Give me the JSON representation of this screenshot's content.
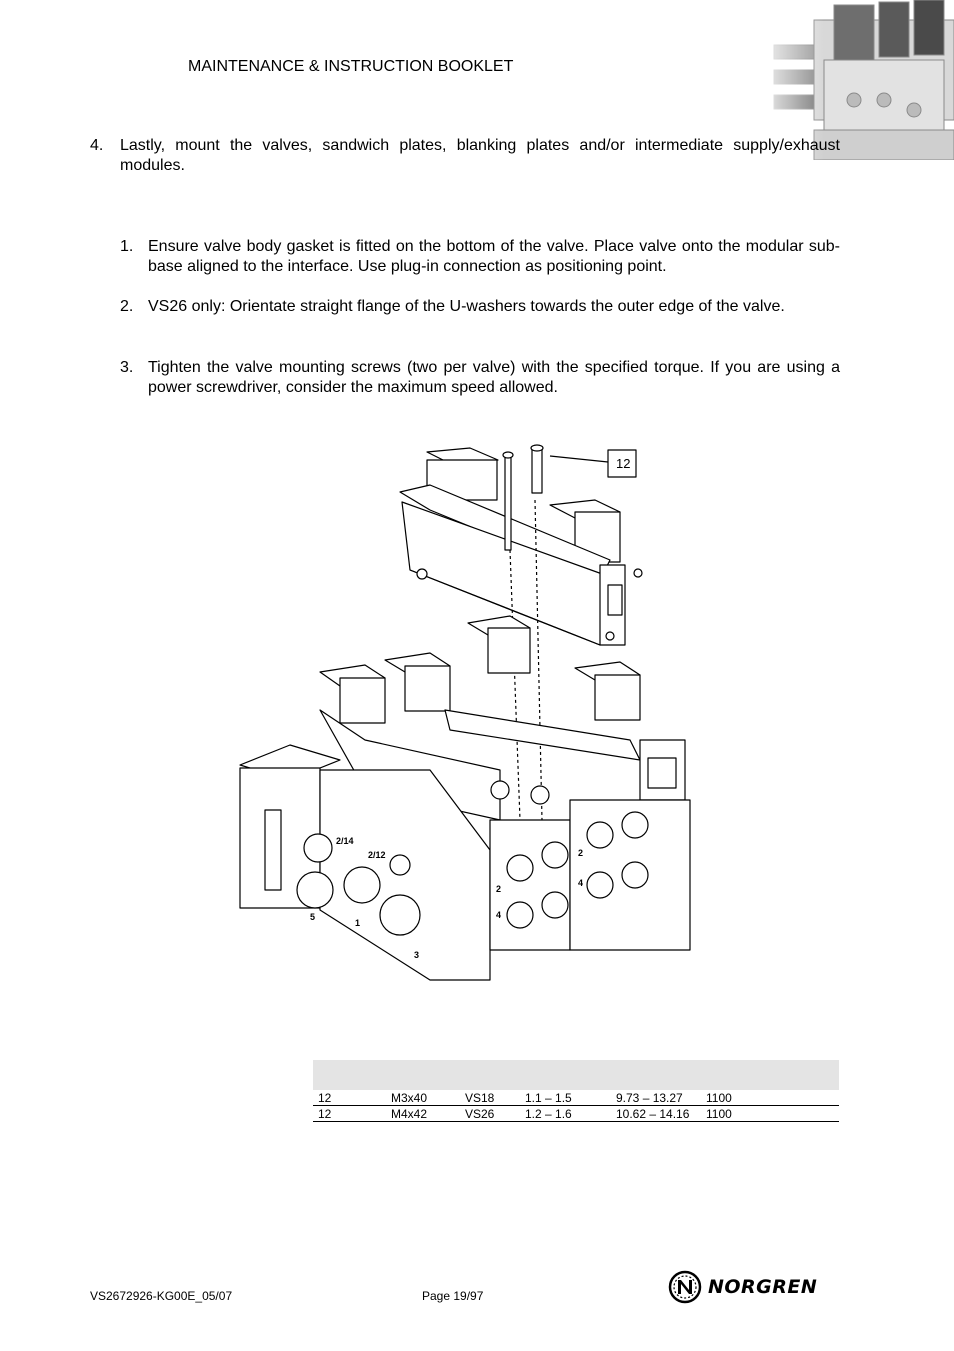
{
  "header": {
    "title": "MAINTENANCE & INSTRUCTION BOOKLET"
  },
  "intro_step": {
    "number": "4.",
    "text": "Lastly, mount the valves, sandwich plates, blanking plates and/or intermediate supply/exhaust modules."
  },
  "steps": [
    {
      "number": "1.",
      "text": "Ensure valve body gasket is fitted on the bottom of the valve. Place valve onto the modular sub-base aligned to the interface. Use plug-in connection as positioning point."
    },
    {
      "number": "2.",
      "text": "VS26 only: Orientate straight flange of the U-washers towards the outer edge of the valve."
    },
    {
      "number": "3.",
      "text": "Tighten the valve mounting screws (two per valve) with the specified torque. If you are using a power screwdriver, consider the maximum speed allowed."
    }
  ],
  "figure": {
    "callout": "12",
    "port_labels": [
      "2/14",
      "2/12",
      "2",
      "4",
      "2",
      "4",
      "5",
      "1",
      "3"
    ]
  },
  "table": {
    "rows": [
      [
        "12",
        "M3x40",
        "VS18",
        "1.1 – 1.5",
        "9.73 – 13.27",
        "1100"
      ],
      [
        "12",
        "M4x42",
        "VS26",
        "1.2 – 1.6",
        "10.62 – 14.16",
        "1100"
      ]
    ]
  },
  "footer": {
    "doc_id": "VS2672926-KG00E_05/07",
    "page": "Page 19/97",
    "brand": "NORGREN"
  }
}
